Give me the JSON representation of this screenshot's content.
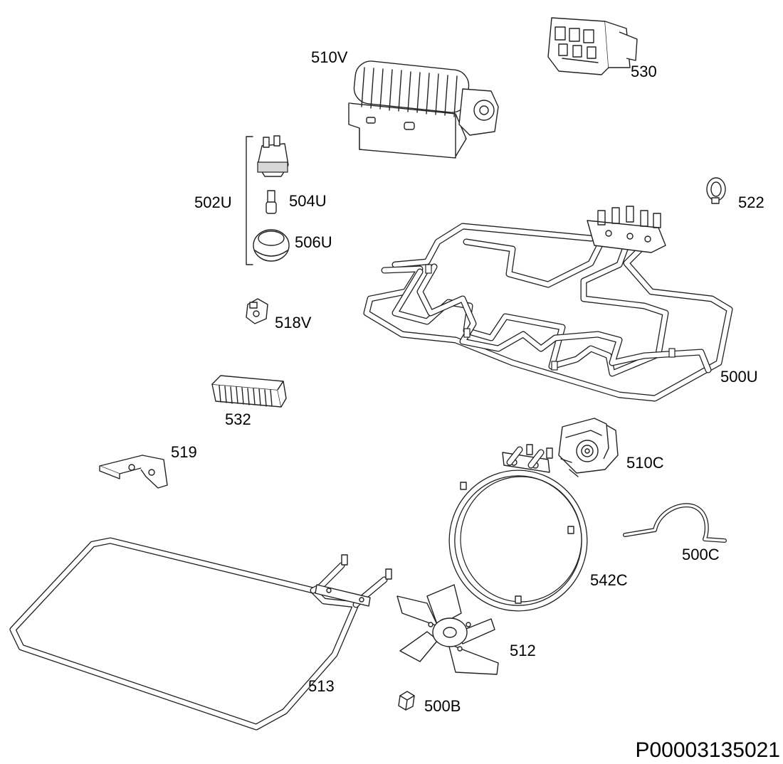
{
  "parts": [
    {
      "id": "510V",
      "label": "510V"
    },
    {
      "id": "530",
      "label": "530"
    },
    {
      "id": "502U",
      "label": "502U"
    },
    {
      "id": "504U",
      "label": "504U"
    },
    {
      "id": "506U",
      "label": "506U"
    },
    {
      "id": "522",
      "label": "522"
    },
    {
      "id": "518V",
      "label": "518V"
    },
    {
      "id": "500U",
      "label": "500U"
    },
    {
      "id": "532",
      "label": "532"
    },
    {
      "id": "519",
      "label": "519"
    },
    {
      "id": "510C",
      "label": "510C"
    },
    {
      "id": "542C",
      "label": "542C"
    },
    {
      "id": "500C",
      "label": "500C"
    },
    {
      "id": "512",
      "label": "512"
    },
    {
      "id": "500B",
      "label": "500B"
    },
    {
      "id": "513",
      "label": "513"
    }
  ],
  "drawing_code": "P00003135021"
}
